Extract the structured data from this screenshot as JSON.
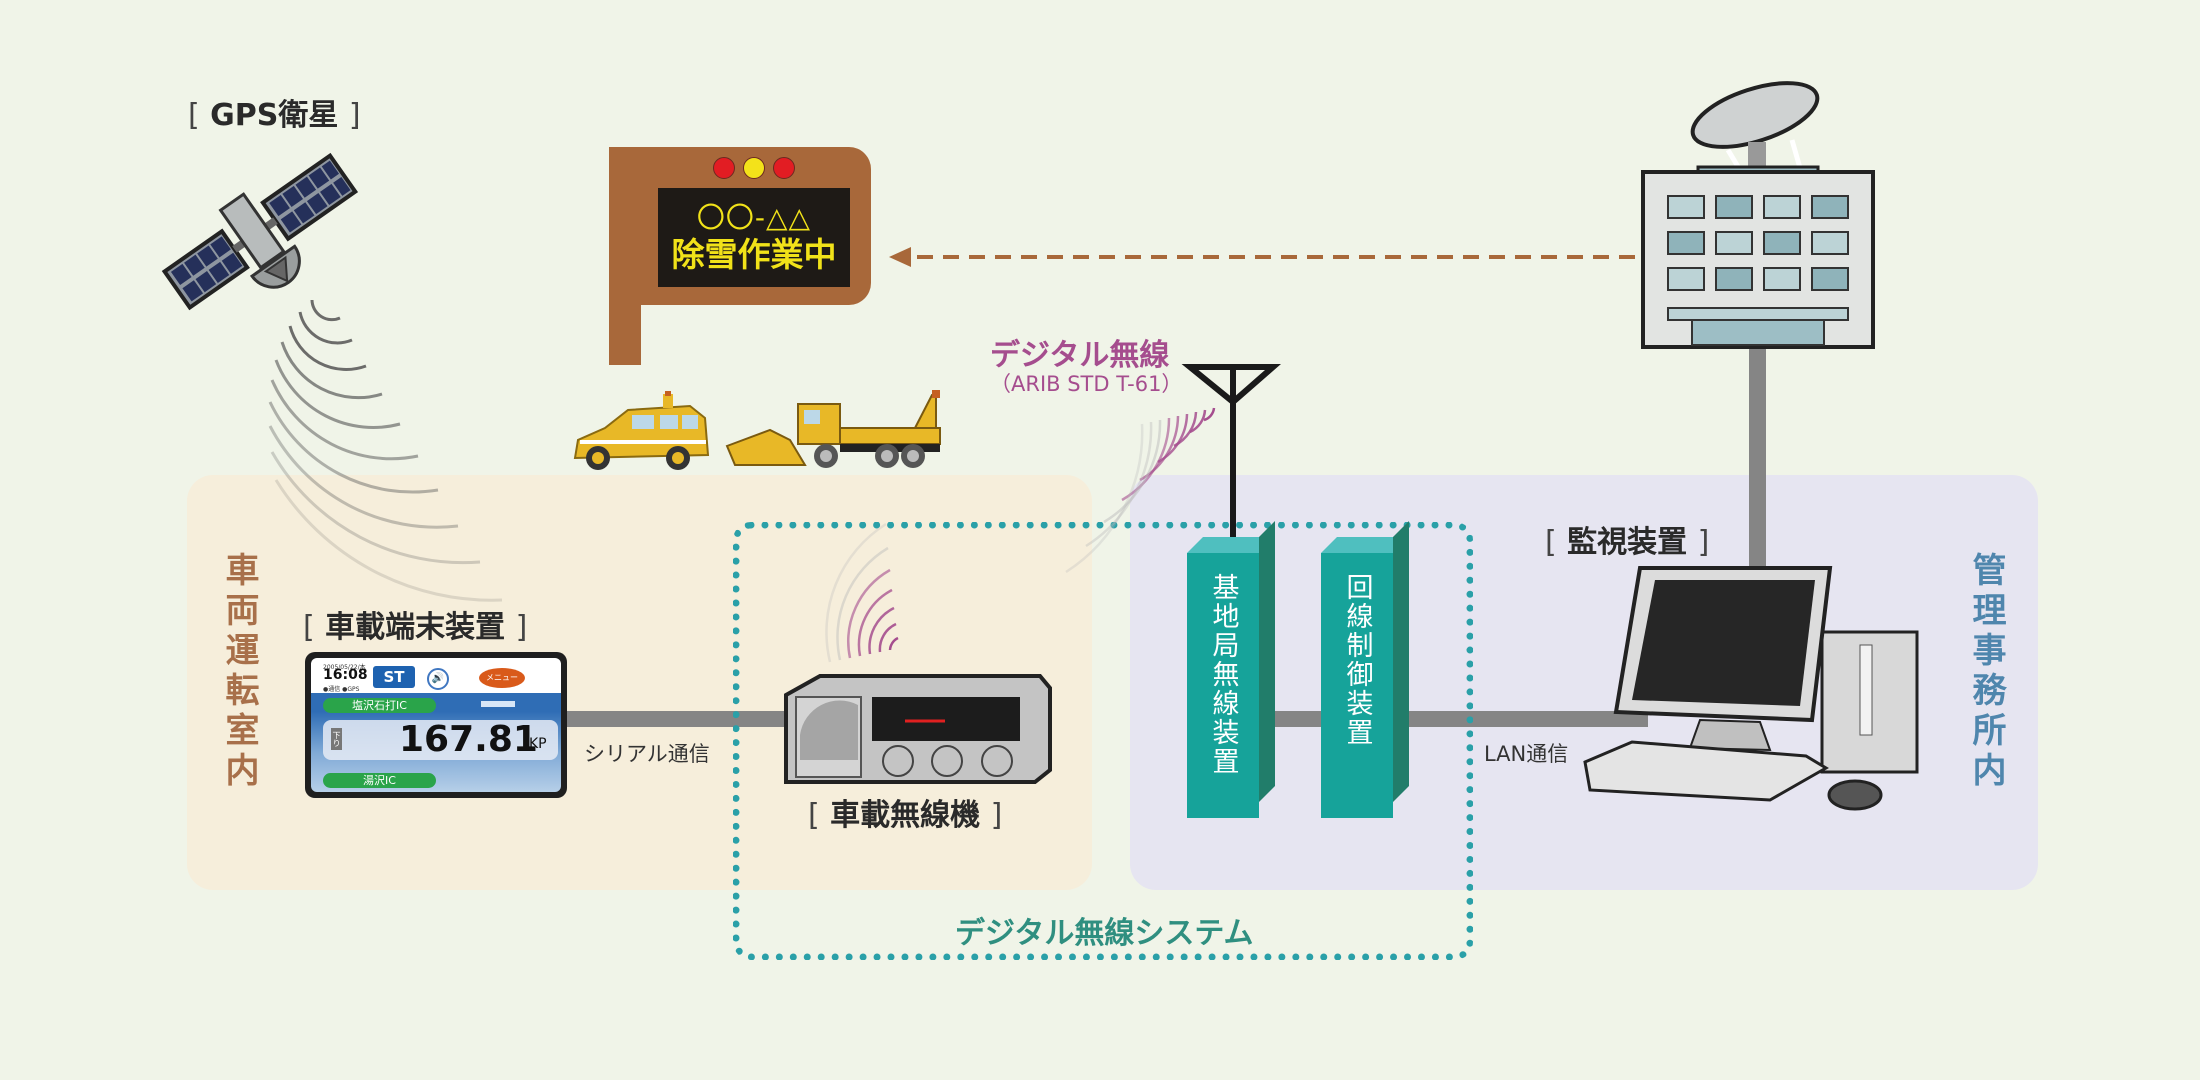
{
  "zones": {
    "vehicle": {
      "label": "車両運転室内",
      "color": "#a8704a"
    },
    "office": {
      "label": "管理事務所内",
      "color": "#4f86ad"
    }
  },
  "labels": {
    "gps_satellite": "GPS衛星",
    "vehicle_terminal": "車載端末装置",
    "vehicle_radio": "車載無線機",
    "monitor_device": "監視装置",
    "serial_comm": "シリアル通信",
    "lan_comm": "LAN通信",
    "digital_radio_title": "デジタル無線",
    "digital_radio_standard": "（ARIB STD T-61）",
    "digital_radio_system": "デジタル無線システム",
    "base_station_radio": "基地局無線装置",
    "line_control": "回線制御装置",
    "bracket_open": "[",
    "bracket_close": "]"
  },
  "sign": {
    "line1": "〇〇-△△",
    "line2": "除雪作業中",
    "lamps": [
      "#e21d23",
      "#f3e21a",
      "#e21d23"
    ]
  },
  "terminal_screen": {
    "date": "2005/05/22/木",
    "time": "16:08",
    "status": "●通信 ●GPS",
    "mode": "ST",
    "sound_icon": "🔊",
    "menu": "メニュー",
    "next_ic": "塩沢石打IC",
    "direction": "下り",
    "kp_value": "167.81",
    "kp_unit": "KP",
    "prev_ic": "湯沢IC"
  },
  "colors": {
    "background": "#f0f4e8",
    "vehicle_zone": "#f6eedb",
    "office_zone": "#e6e5f1",
    "system_border": "#2aa0a8",
    "radio_waves": "#a54d8e",
    "tower": "#16a39a",
    "arrow": "#a8683a"
  }
}
